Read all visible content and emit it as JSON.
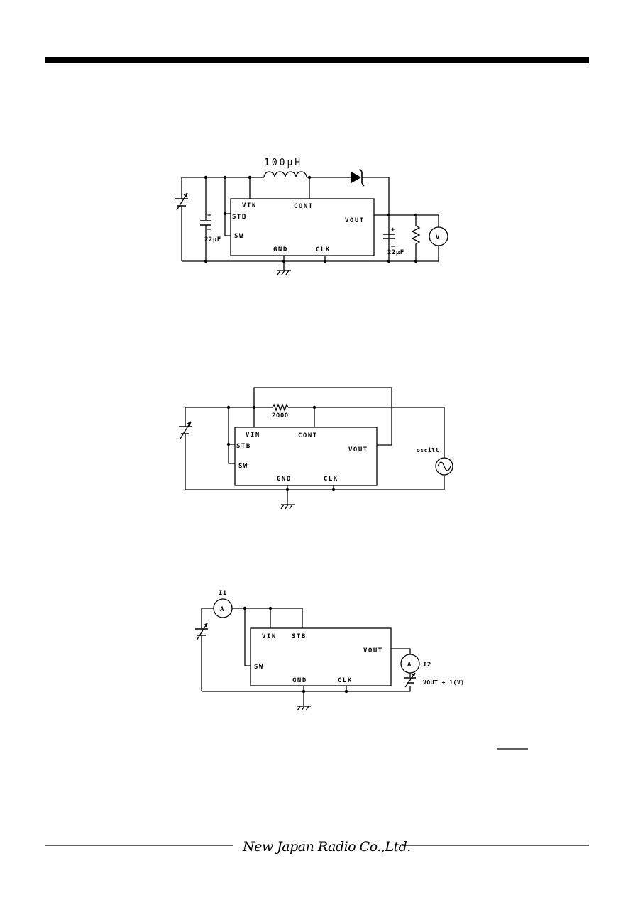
{
  "circuit1": {
    "inductor": "100μH",
    "pins": {
      "vin": "VIN",
      "stb": "STB",
      "sw": "SW",
      "cont": "CONT",
      "vout": "VOUT",
      "gnd": "GND",
      "clk": "CLK"
    },
    "cap_in": "22μF",
    "cap_out": "22μF",
    "meter": "V"
  },
  "circuit2": {
    "resistor": "200Ω",
    "pins": {
      "vin": "VIN",
      "stb": "STB",
      "sw": "SW",
      "cont": "CONT",
      "vout": "VOUT",
      "gnd": "GND",
      "clk": "CLK"
    },
    "scope": "oscill"
  },
  "circuit3": {
    "pins": {
      "vin": "VIN",
      "stb": "STB",
      "sw": "SW",
      "vout": "VOUT",
      "gnd": "GND",
      "clk": "CLK"
    },
    "ammeter1_label": "I1",
    "ammeter2_label": "I2",
    "meter": "A",
    "source_label": "VOUT + 1(V)"
  },
  "footer": {
    "company": "New Japan Radio Co.,Ltd."
  }
}
